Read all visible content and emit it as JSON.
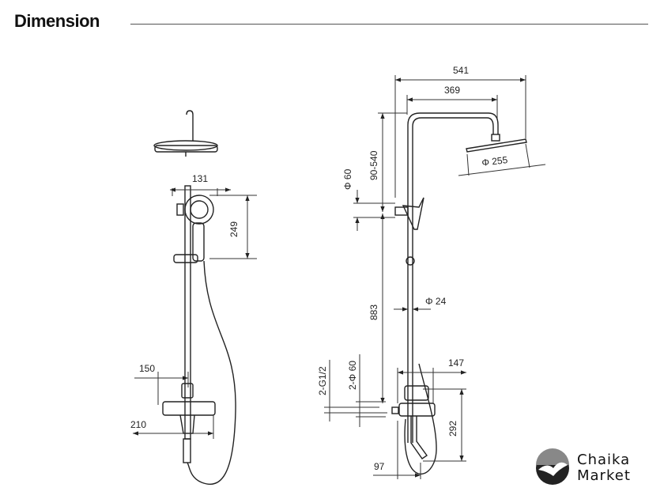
{
  "header": {
    "title": "Dimension"
  },
  "left_view": {
    "dims": {
      "hand_shower_width": "131",
      "hand_shower_height": "249",
      "mixer_depth": "150",
      "mixer_width": "210"
    }
  },
  "right_view": {
    "dims": {
      "overall_reach": "541",
      "arm_reach": "369",
      "head_diameter": "Φ 255",
      "height_adjust": "90-540",
      "holder_diameter": "Φ 60",
      "pole_height": "883",
      "pole_diameter": "Φ 24",
      "mixer_projection": "147",
      "mixer_height": "292",
      "spout_reach": "97",
      "inlet_thread": "2-G1/2",
      "inlet_cover": "2-Φ 60"
    }
  },
  "brand": {
    "line1": "Chaika",
    "line2": "Market"
  }
}
